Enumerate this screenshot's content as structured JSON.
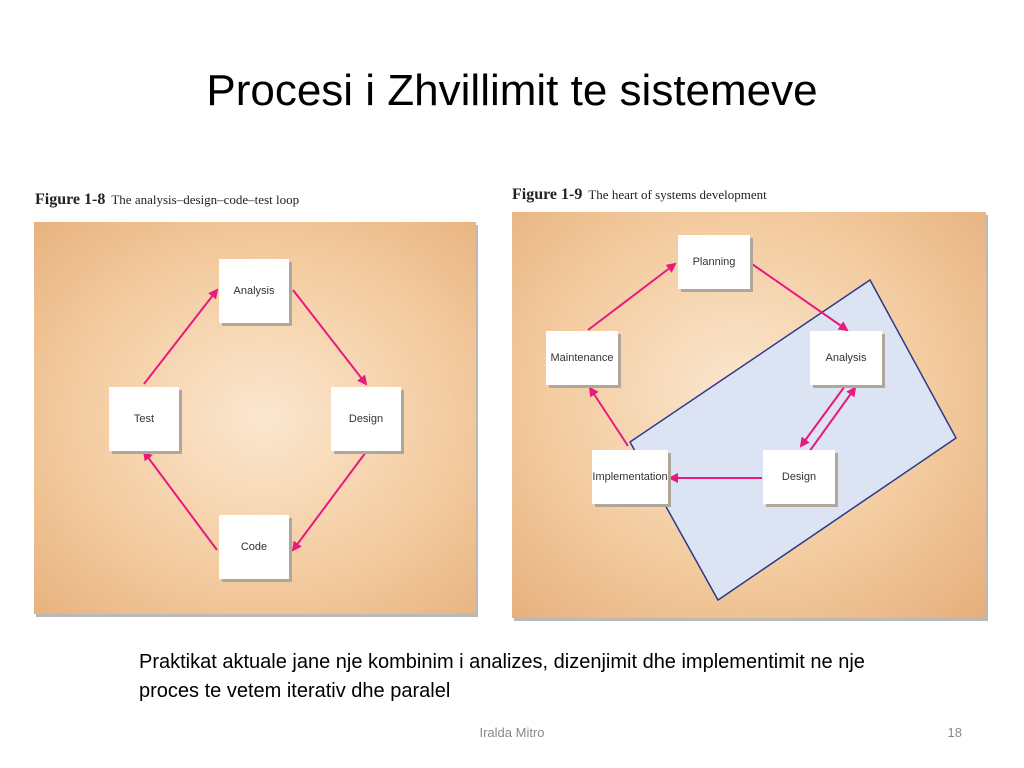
{
  "slide": {
    "title": "Procesi i Zhvillimit te sistemeve",
    "body": "Praktikat aktuale jane nje kombinim i analizes, dizenjimit dhe implementimit ne nje proces te vetem iterativ dhe paralel",
    "author": "Iralda Mitro",
    "page_number": "18"
  },
  "figure1": {
    "number": "Figure 1-8",
    "caption": "The analysis–design–code–test loop",
    "nodes": {
      "analysis": "Analysis",
      "design": "Design",
      "code": "Code",
      "test": "Test"
    }
  },
  "figure2": {
    "number": "Figure 1-9",
    "caption": "The heart of systems development",
    "nodes": {
      "planning": "Planning",
      "analysis": "Analysis",
      "design": "Design",
      "implementation": "Implementation",
      "maintenance": "Maintenance"
    }
  },
  "colors": {
    "arrow": "#e8197f",
    "highlight_fill": "#dce4f4",
    "highlight_stroke": "#2b3a8c"
  }
}
